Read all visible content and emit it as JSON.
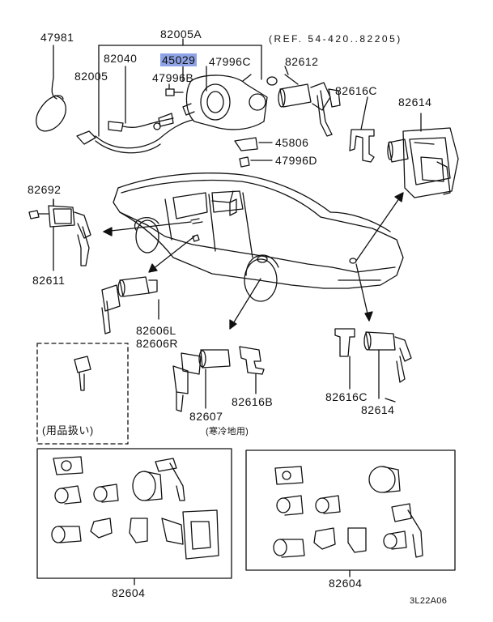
{
  "part_numbers": {
    "p47981": "47981",
    "p82005A": "82005A",
    "p82040": "82040",
    "p45029": "45029",
    "p47996C": "47996C",
    "p82005": "82005",
    "p47996B": "47996B",
    "p82612": "82612",
    "p82616C_top": "82616C",
    "p82614_top": "82614",
    "p45806": "45806",
    "p47996D": "47996D",
    "p82692": "82692",
    "p82611": "82611",
    "p82606L": "82606L",
    "p82606R": "82606R",
    "p82607": "82607",
    "p82616B": "82616B",
    "p82616C_bottom": "82616C",
    "p82614_bottom": "82614",
    "p82604_left": "82604",
    "p82604_right": "82604"
  },
  "reference_note": "(REF. 54-420..82205)",
  "accessory_note": "(用品扱い)",
  "cold_region_note": "(寒冷地用)",
  "diagram_code": "3L22A06",
  "colors": {
    "highlight": "#8ea2e6",
    "line": "#111111"
  }
}
